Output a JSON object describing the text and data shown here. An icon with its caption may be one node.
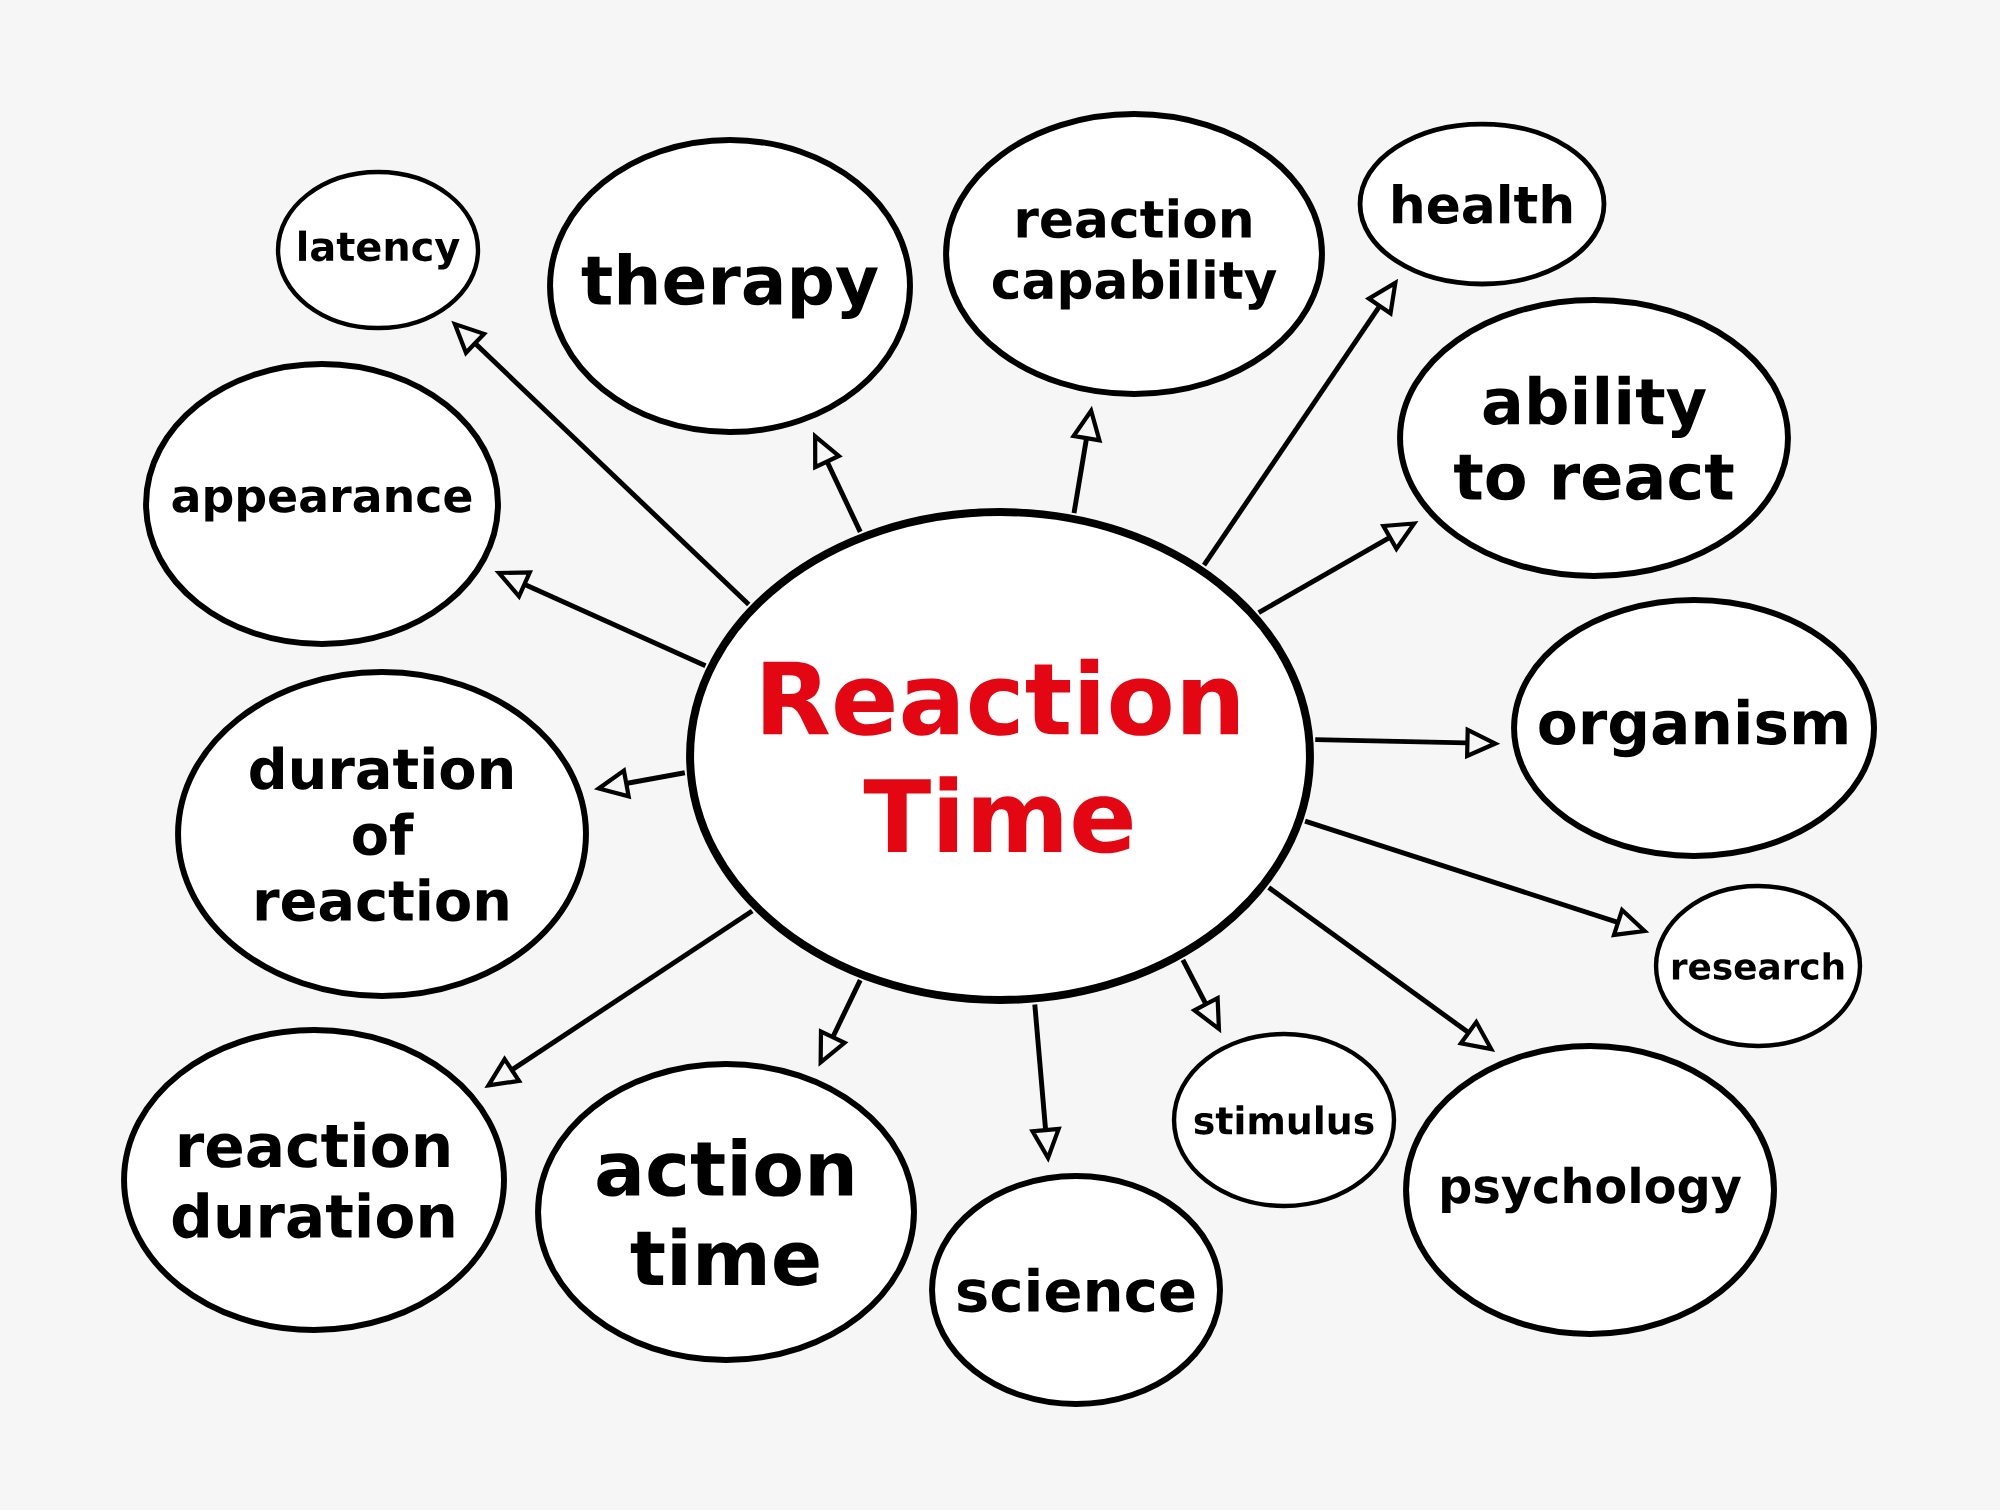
{
  "diagram": {
    "nodes": [
      {
        "text": [
          "Reaction Time"
        ]
      },
      {
        "text": [
          "latency"
        ]
      },
      {
        "text": [
          "therapy"
        ]
      },
      {
        "text": [
          "reaction capability"
        ]
      },
      {
        "text": [
          "health"
        ]
      },
      {
        "text": [
          "ability to react"
        ]
      },
      {
        "text": [
          "appearance"
        ]
      },
      {
        "text": [
          "organism"
        ]
      },
      {
        "text": [
          "duration of reaction"
        ]
      },
      {
        "text": [
          "research"
        ]
      },
      {
        "text": [
          "reaction duration"
        ]
      },
      {
        "text": [
          "action time"
        ]
      },
      {
        "text": [
          "stimulus"
        ]
      },
      {
        "text": [
          "science"
        ]
      },
      {
        "text": [
          "psychology"
        ]
      }
    ],
    "edges": [
      {
        "from": 0,
        "to": 1,
        "arrow": "to"
      },
      {
        "from": 0,
        "to": 2,
        "arrow": "to"
      },
      {
        "from": 0,
        "to": 3,
        "arrow": "to"
      },
      {
        "from": 0,
        "to": 4,
        "arrow": "to"
      },
      {
        "from": 0,
        "to": 5,
        "arrow": "to"
      },
      {
        "from": 0,
        "to": 6,
        "arrow": "to"
      },
      {
        "from": 0,
        "to": 7,
        "arrow": "to"
      },
      {
        "from": 0,
        "to": 8,
        "arrow": "to"
      },
      {
        "from": 0,
        "to": 9,
        "arrow": "to"
      },
      {
        "from": 0,
        "to": 10,
        "arrow": "to"
      },
      {
        "from": 0,
        "to": 11,
        "arrow": "to"
      },
      {
        "from": 0,
        "to": 12,
        "arrow": "to"
      },
      {
        "from": 0,
        "to": 13,
        "arrow": "to"
      },
      {
        "from": 0,
        "to": 14,
        "arrow": "to"
      }
    ]
  }
}
